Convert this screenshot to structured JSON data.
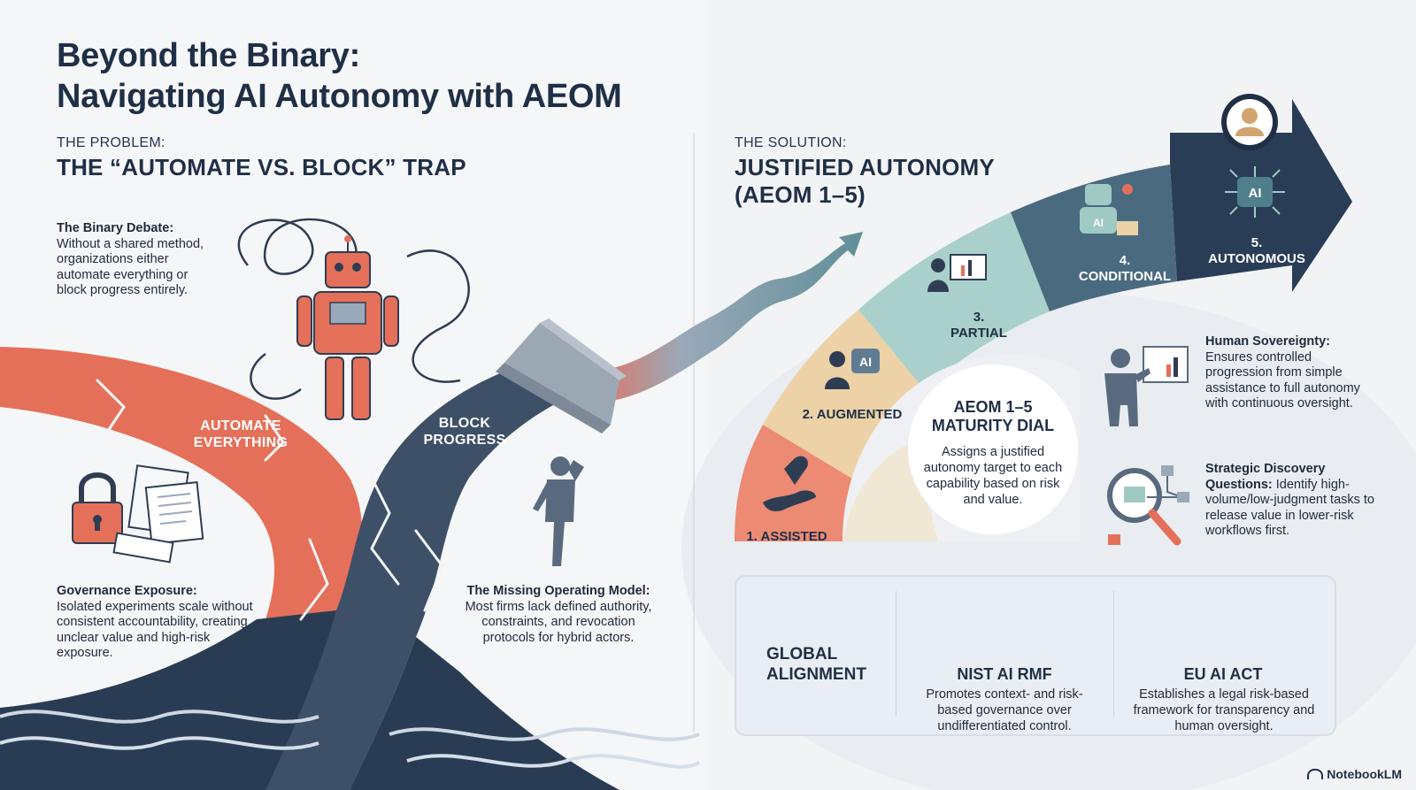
{
  "title_line1": "Beyond the Binary:",
  "title_line2": "Navigating AI Autonomy with AEOM",
  "problem": {
    "kicker": "THE PROBLEM:",
    "headline": "THE “AUTOMATE VS. BLOCK” TRAP",
    "binary_debate": {
      "label": "The Binary Debate:",
      "text": "Without a shared method, organizations either automate everything or block progress entirely."
    },
    "path_automate": [
      "AUTOMATE",
      "EVERYTHING"
    ],
    "path_block": [
      "BLOCK",
      "PROGRESS"
    ],
    "governance": {
      "label": "Governance Exposure:",
      "text": "Isolated experiments scale without consistent accountability, creating unclear value and high-risk exposure."
    },
    "missing_model": {
      "label": "The Missing Operating Model:",
      "text": "Most firms lack defined authority, constraints, and revocation protocols for hybrid actors."
    }
  },
  "solution": {
    "kicker": "THE SOLUTION:",
    "headline_line1": "JUSTIFIED AUTONOMY",
    "headline_line2": "(AEOM 1–5)",
    "steps": [
      {
        "num": "1.",
        "name": "ASSISTED",
        "label": "1. ASSISTED"
      },
      {
        "num": "2.",
        "name": "AUGMENTED",
        "label": "2. AUGMENTED"
      },
      {
        "num": "3.",
        "name": "PARTIAL"
      },
      {
        "num": "4.",
        "name": "CONDITIONAL"
      },
      {
        "num": "5.",
        "name": "AUTONOMOUS"
      }
    ],
    "dial_title_line1": "AEOM 1–5",
    "dial_title_line2": "MATURITY DIAL",
    "dial_desc": "Assigns a justified autonomy target to each capability based on risk and value.",
    "human_sovereignty": {
      "label": "Human Sovereignty:",
      "text": "Ensures controlled progression from simple assistance to full autonomy with continuous oversight."
    },
    "strategic_discovery": {
      "label": "Strategic Discovery Questions:",
      "text": "Identify high-volume/low-judgment tasks to release value in lower-risk workflows first."
    },
    "icon_ai": "AI"
  },
  "alignment": {
    "heading_line1": "GLOBAL",
    "heading_line2": "ALIGNMENT",
    "nist_title": "NIST AI RMF",
    "nist_desc": "Promotes context- and risk-based governance over undifferentiated control.",
    "eu_title": "EU AI ACT",
    "eu_desc": "Establishes a legal risk-based framework for transparency and human oversight."
  },
  "brand": "NotebookLM",
  "colors": {
    "navy": "#1f2f46",
    "coral": "#e5705a",
    "slate": "#3d5068",
    "teal": "#9fcac4",
    "sand": "#ecd2a6",
    "step3": "#a9d0ca",
    "step4": "#4a6a80",
    "step5": "#293d57"
  },
  "icons": [
    "robot-icon",
    "barrier-icon",
    "padlock-icon",
    "papers-icon",
    "stressed-person-icon",
    "hand-icon",
    "ai-chip-icon",
    "presenter-icon",
    "magnifier-icon",
    "avatar-icon",
    "shield-check-icon",
    "eu-flag-icon"
  ]
}
